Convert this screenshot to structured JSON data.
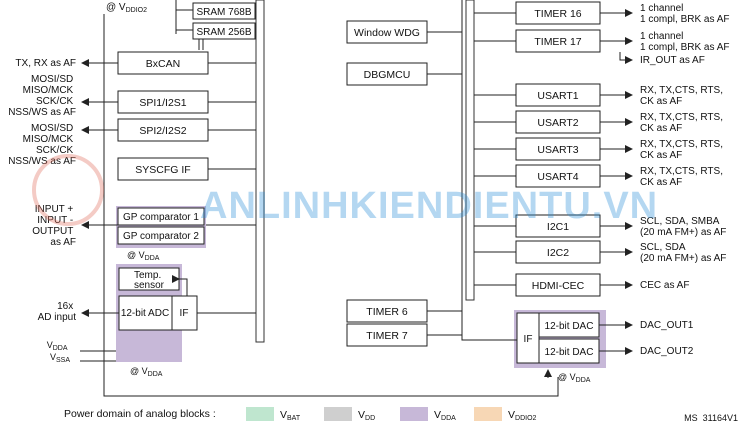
{
  "colors": {
    "vbat": "#bfe6cf",
    "vdd": "#cfcfcf",
    "vdda": "#c7b8d8",
    "vddio2": "#f7d7b5",
    "watermark": "#2a8fd8"
  },
  "watermark": "ANLINHKIENDIENTU.VN",
  "top_supply": {
    "label": "@ V",
    "sub": "DDIO2"
  },
  "sram": [
    {
      "label": "SRAM 768B"
    },
    {
      "label": "SRAM 256B"
    }
  ],
  "left_blocks": {
    "bxcan": {
      "label": "BxCAN",
      "signal": [
        "TX, RX as AF"
      ]
    },
    "spi1": {
      "label": "SPI1/I2S1",
      "signal": [
        "MOSI/SD",
        "MISO/MCK",
        "SCK/CK",
        "NSS/WS as AF"
      ]
    },
    "spi2": {
      "label": "SPI2/I2S2",
      "signal": [
        "MOSI/SD",
        "MISO/MCK",
        "SCK/CK",
        "NSS/WS as AF"
      ]
    },
    "syscfg": {
      "label": "SYSCFG IF"
    },
    "comp1": {
      "label": "GP comparator 1"
    },
    "comp2": {
      "label": "GP comparator 2"
    },
    "comp_signal": [
      "INPUT +",
      "INPUT -",
      "OUTPUT",
      "as AF"
    ],
    "comp_supply": {
      "label": "@ V",
      "sub": "DDA"
    },
    "temp": [
      "Temp.",
      "sensor"
    ],
    "adc": {
      "label": "12-bit ADC",
      "if": "IF",
      "signal": [
        "16x",
        "AD input"
      ]
    },
    "adc_supply": [
      "V",
      "V"
    ],
    "adc_supply_sub": [
      "DDA",
      "SSA"
    ],
    "bottom_supply": {
      "label": "@ V",
      "sub": "DDA"
    }
  },
  "middle_blocks": {
    "wwdg": {
      "label": "Window WDG"
    },
    "dbgmcu": {
      "label": "DBGMCU"
    },
    "timer6": {
      "label": "TIMER 6"
    },
    "timer7": {
      "label": "TIMER 7"
    }
  },
  "right_blocks": {
    "timer16": {
      "label": "TIMER 16",
      "signal": [
        "1 channel",
        "1 compl, BRK as AF"
      ]
    },
    "timer17": {
      "label": "TIMER 17",
      "signal": [
        "1 channel",
        "1 compl, BRK as AF"
      ],
      "extra": "IR_OUT as AF"
    },
    "usart1": {
      "label": "USART1",
      "signal": [
        "RX, TX,CTS, RTS,",
        "CK as AF"
      ]
    },
    "usart2": {
      "label": "USART2",
      "signal": [
        "RX, TX,CTS, RTS,",
        "CK as AF"
      ]
    },
    "usart3": {
      "label": "USART3",
      "signal": [
        "RX, TX,CTS, RTS,",
        "CK as AF"
      ]
    },
    "usart4": {
      "label": "USART4",
      "signal": [
        "RX, TX,CTS, RTS,",
        "CK as AF"
      ]
    },
    "i2c1": {
      "label": "I2C1",
      "signal": [
        "SCL, SDA, SMBA",
        "(20 mA FM+) as AF"
      ]
    },
    "i2c2": {
      "label": "I2C2",
      "signal": [
        "SCL, SDA",
        "(20 mA FM+) as AF"
      ]
    },
    "hdmi": {
      "label": "HDMI-CEC",
      "signal": [
        "CEC as AF"
      ]
    },
    "dac": {
      "if": "IF",
      "ch1": "12-bit DAC",
      "ch2": "12-bit DAC",
      "out1": "DAC_OUT1",
      "out2": "DAC_OUT2"
    },
    "dac_supply": {
      "label": "@ V",
      "sub": "DDA"
    }
  },
  "legend": {
    "title": "Power domain of analog blocks :",
    "items": [
      {
        "label": "V",
        "sub": "BAT"
      },
      {
        "label": "V",
        "sub": "DD"
      },
      {
        "label": "V",
        "sub": "DDA"
      },
      {
        "label": "V",
        "sub": "DDIO2"
      }
    ]
  },
  "figure_id": "MS_31164V1"
}
